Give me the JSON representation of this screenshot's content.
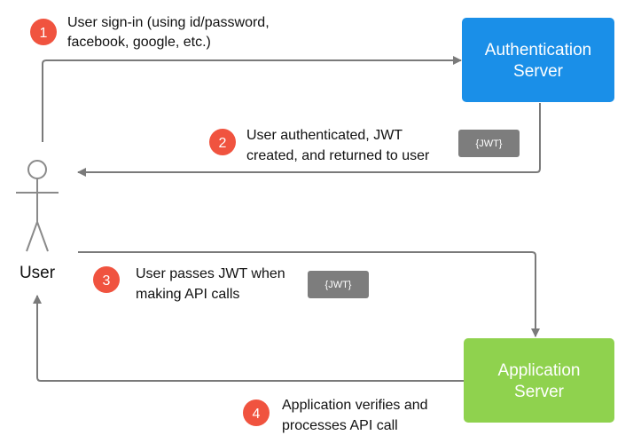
{
  "colors": {
    "auth_server": "#1a8fe8",
    "app_server": "#8fd24e",
    "step_badge": "#f0533f",
    "token": "#7d7d7d",
    "connector": "#7a7a7a"
  },
  "actor": {
    "label": "User",
    "icon": "stick-figure-icon"
  },
  "servers": {
    "auth": {
      "line1": "Authentication",
      "line2": "Server"
    },
    "app": {
      "line1": "Application",
      "line2": "Server"
    }
  },
  "steps": [
    {
      "number": "1",
      "line1": "User sign-in (using id/password,",
      "line2": "facebook, google, etc.)"
    },
    {
      "number": "2",
      "line1": "User authenticated, JWT",
      "line2": "created, and returned to user"
    },
    {
      "number": "3",
      "line1": "User passes JWT when",
      "line2": "making API calls"
    },
    {
      "number": "4",
      "line1": "Application verifies and",
      "line2": "processes API call"
    }
  ],
  "tokens": [
    {
      "label": "{JWT}"
    },
    {
      "label": "{JWT}"
    }
  ]
}
